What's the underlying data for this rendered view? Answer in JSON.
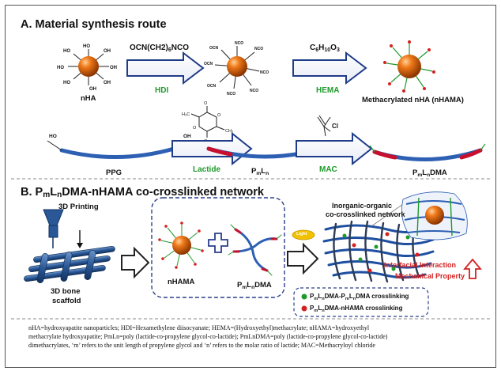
{
  "sectionA": {
    "title": "A. Material synthesis route"
  },
  "row1": {
    "nha_label": "nHA",
    "reagent1_top": "OCN(CH2)6NCO",
    "reagent1_bottom": "HDI",
    "reagent2_top": "C6H10O3",
    "reagent2_bottom": "HEMA",
    "product_label": "Methacrylated nHA (nHAMA)",
    "oh": "HO",
    "nco": "OCN"
  },
  "row2": {
    "ppg_label": "PPG",
    "reagent1_bottom": "Lactide",
    "pmln_label": "PmLn",
    "reagent2_bottom": "MAC",
    "cl_label": "Cl",
    "product_label": "PmLnDMA",
    "ho": "HO",
    "oh": "OH"
  },
  "sectionB": {
    "title": "B. PmLnDMA-nHAMA co-crosslinked network",
    "printing": "3D Printing",
    "scaffold_line1": "3D bone",
    "scaffold_line2": "scaffold",
    "nhama": "nHAMA",
    "pmlndma": "PmLnDMA",
    "light": "Light",
    "network_line1": "Inorganic-organic",
    "network_line2": "co-crosslinked network",
    "interfacial": "Interfacial Interaction",
    "mechanical": "Mechanical Property",
    "legend1": "PmLnDMA-PmLnDMA crosslinking",
    "legend2": "PmLnDMA-nHAMA crosslinking"
  },
  "footnote": {
    "line1": "nHA=hydroxyapatite nanoparticles; HDI=Hexamethylene diisocyanate; HEMA=(Hydroxyethyl)methacrylate; nHAMA=hydroxyethyl",
    "line2": "methacrylate hydroxyapatite; PmLn=poly (lactide-co-propylene glycol-co-lactide); PmLnDMA=poly (lactide-co-propylene glycol-co-lactide)",
    "line3": "dimethacrylates, ‘m’ refers to the unit length of propylene glycol and ‘n’ refers to the molar ratio of lactide; MAC=Methacryloyl chloride"
  },
  "colors": {
    "sphere": "#e06a12",
    "arrow": "#1f3c88",
    "green": "#1e9a2a",
    "red": "#d42020",
    "chain_blue": "#2d5fb3",
    "chain_red": "#c8102e",
    "dash": "#2b3f8c"
  }
}
